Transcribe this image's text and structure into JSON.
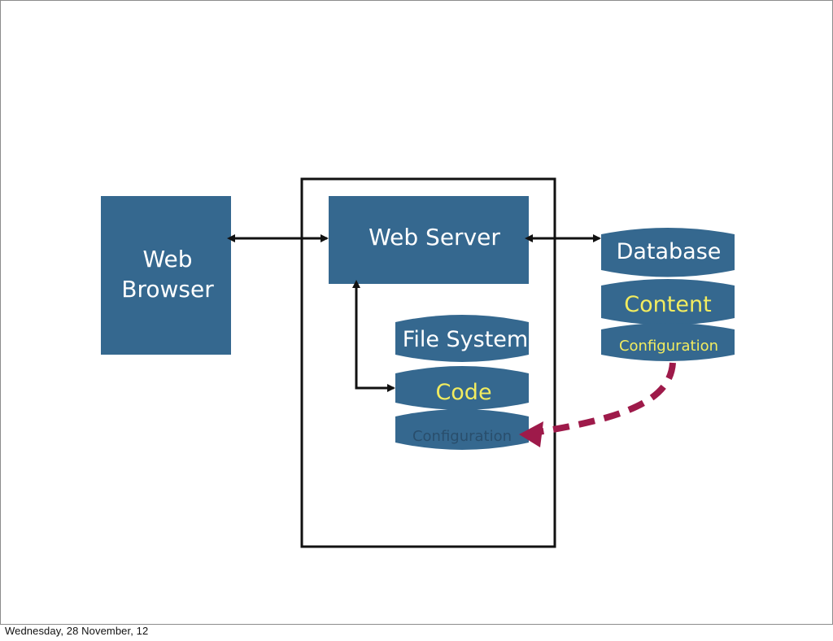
{
  "diagram": {
    "web_browser": {
      "line1": "Web",
      "line2": "Browser"
    },
    "web_server": {
      "label": "Web Server"
    },
    "file_system": {
      "header": "File System",
      "middle": "Code",
      "bottom": "Configuration"
    },
    "database": {
      "header": "Database",
      "middle": "Content",
      "bottom": "Configuration"
    }
  },
  "footer": {
    "date": "Wednesday, 28 November, 12"
  },
  "colors": {
    "box_blue": "#35688f",
    "highlight_yellow": "#f2ec5f",
    "faint_text": "#294e6c",
    "dashed_arrow": "#9e1a4a",
    "border": "#111111"
  }
}
